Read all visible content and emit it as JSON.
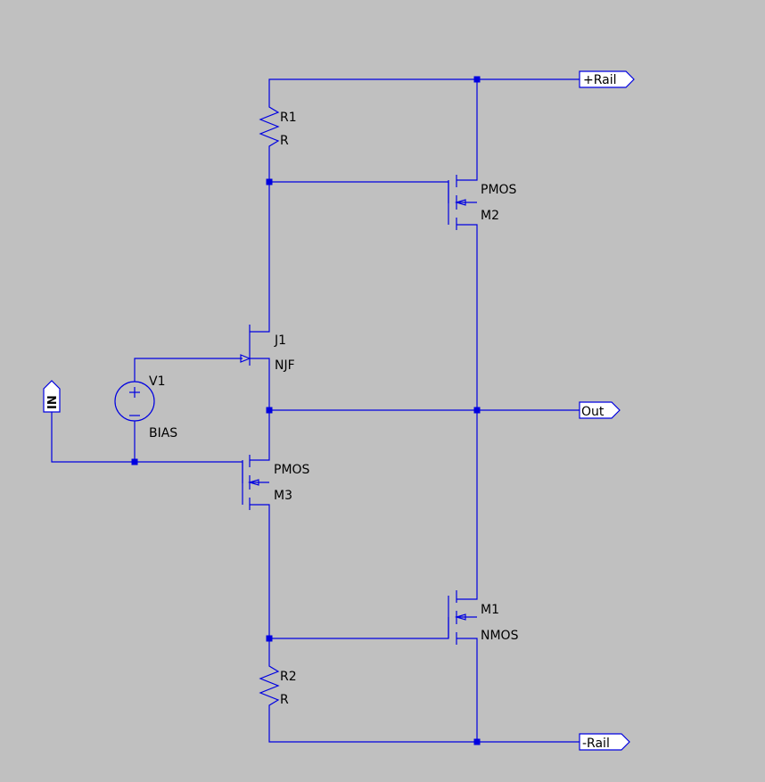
{
  "components": {
    "r1": {
      "ref": "R1",
      "value": "R"
    },
    "r2": {
      "ref": "R2",
      "value": "R"
    },
    "m1": {
      "ref": "M1",
      "value": "NMOS"
    },
    "m2": {
      "ref": "M2",
      "value": "PMOS"
    },
    "m3": {
      "ref": "M3",
      "value": "PMOS"
    },
    "j1": {
      "ref": "J1",
      "value": "NJF"
    },
    "v1": {
      "ref": "V1",
      "value": "BIAS"
    }
  },
  "ports": {
    "pos_rail": "+Rail",
    "neg_rail": "-Rail",
    "out": "Out",
    "in": "IN"
  },
  "colors": {
    "background": "#c0c0c0",
    "wire": "#0000e0",
    "text": "#000000"
  }
}
